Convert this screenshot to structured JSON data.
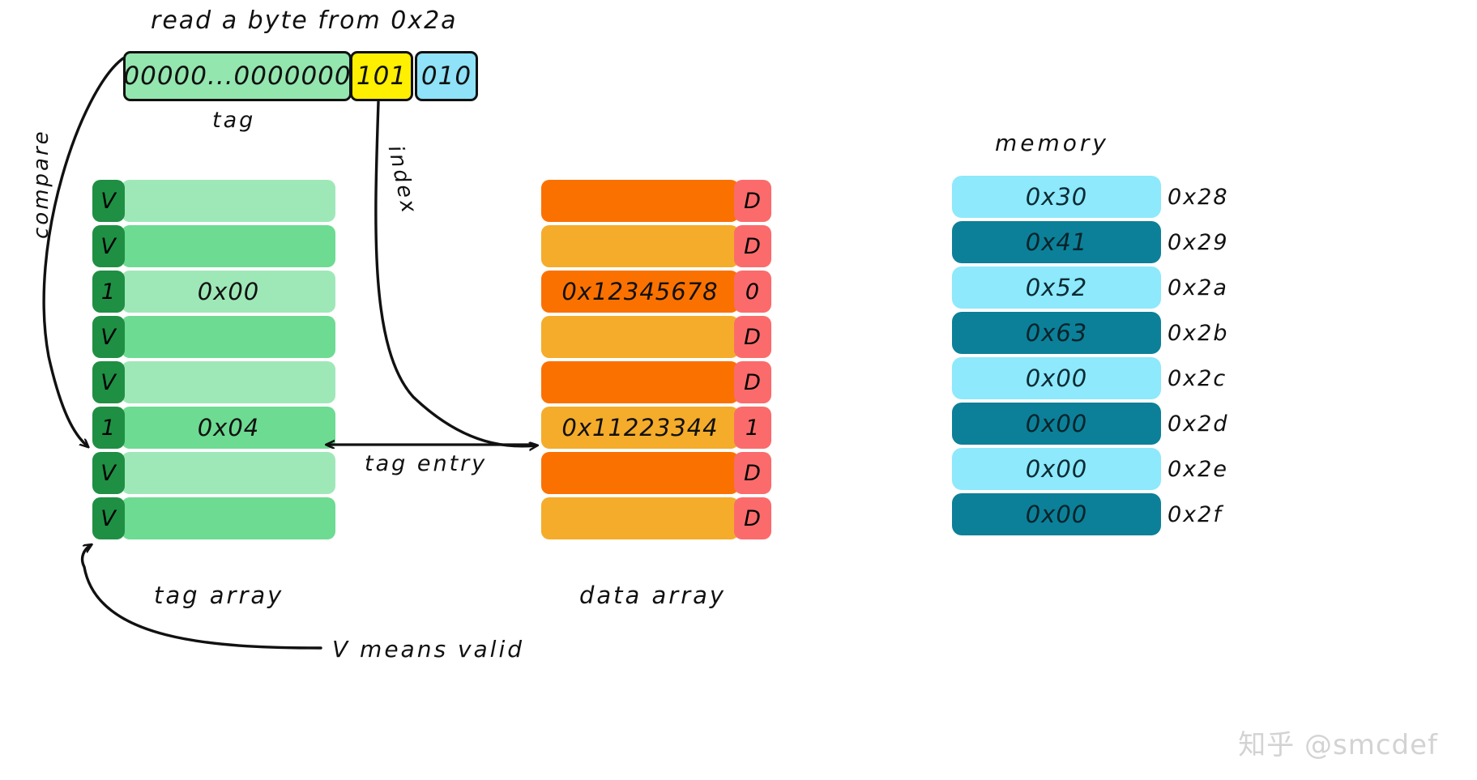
{
  "diagram": {
    "title": "read a byte from 0x2a",
    "address": {
      "tag_bits": "00000...0000000",
      "index_bits": "101",
      "offset_bits": "010",
      "tag_caption": "tag"
    },
    "labels": {
      "compare": "compare",
      "index": "index",
      "tag_entry": "tag entry",
      "tag_array": "tag array",
      "data_array": "data array",
      "memory": "memory",
      "valid_note": "V means valid"
    },
    "tag_array": {
      "rows": [
        {
          "valid": "V",
          "tag": ""
        },
        {
          "valid": "V",
          "tag": ""
        },
        {
          "valid": "1",
          "tag": "0x00"
        },
        {
          "valid": "V",
          "tag": ""
        },
        {
          "valid": "V",
          "tag": ""
        },
        {
          "valid": "1",
          "tag": "0x04"
        },
        {
          "valid": "V",
          "tag": ""
        },
        {
          "valid": "V",
          "tag": ""
        }
      ]
    },
    "data_array": {
      "rows": [
        {
          "data": "",
          "dirty": "D"
        },
        {
          "data": "",
          "dirty": "D"
        },
        {
          "data": "0x12345678",
          "dirty": "0"
        },
        {
          "data": "",
          "dirty": "D"
        },
        {
          "data": "",
          "dirty": "D"
        },
        {
          "data": "0x11223344",
          "dirty": "1"
        },
        {
          "data": "",
          "dirty": "D"
        },
        {
          "data": "",
          "dirty": "D"
        }
      ]
    },
    "memory": {
      "rows": [
        {
          "value": "0x30",
          "address": "0x28"
        },
        {
          "value": "0x41",
          "address": "0x29"
        },
        {
          "value": "0x52",
          "address": "0x2a"
        },
        {
          "value": "0x63",
          "address": "0x2b"
        },
        {
          "value": "0x00",
          "address": "0x2c"
        },
        {
          "value": "0x00",
          "address": "0x2d"
        },
        {
          "value": "0x00",
          "address": "0x2e"
        },
        {
          "value": "0x00",
          "address": "0x2f"
        }
      ]
    },
    "watermark": "知乎 @smcdef",
    "colors": {
      "tag_segment": "#93e6ae",
      "index_segment": "#ffef00",
      "offset_segment": "#8fe2f7",
      "valid_column": "#1f8f43",
      "tag_light": "#9ee8b8",
      "tag_dark": "#6ddb92",
      "data_orange": "#fb7100",
      "data_amber": "#f4ac2a",
      "dirty_column": "#fb6b6b",
      "memory_light": "#8de9fb",
      "memory_dark": "#0c8098",
      "ink": "#111111"
    }
  }
}
